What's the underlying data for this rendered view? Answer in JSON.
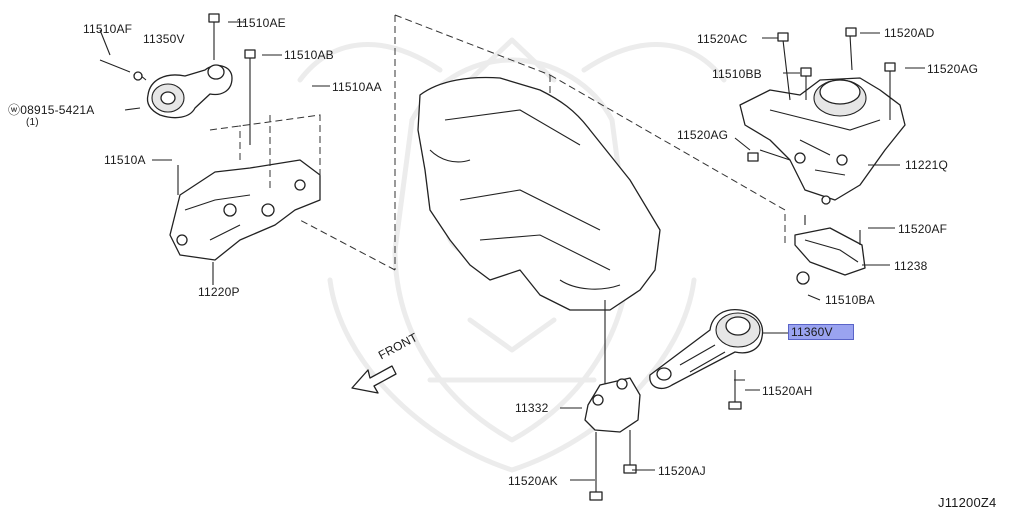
{
  "labels": {
    "p11510AF": "11510AF",
    "p11510AE": "11510AE",
    "p11350V": "11350V",
    "p11510AB": "11510AB",
    "p11510AA": "11510AA",
    "p08915": "ⓦ08915-5421A",
    "p08915_qty": "(1)",
    "p11510A": "11510A",
    "p11220P": "11220P",
    "p11520AC": "11520AC",
    "p11520AD": "11520AD",
    "p11510BB": "11510BB",
    "p11520AG_top": "11520AG",
    "p11520AG_left": "11520AG",
    "p11221Q": "11221Q",
    "p11520AF": "11520AF",
    "p11238": "11238",
    "p11510BA": "11510BA",
    "p11360V": "11360V",
    "p11520AH": "11520AH",
    "p11332": "11332",
    "p11520AJ": "11520AJ",
    "p11520AK": "11520AK",
    "front": "FRONT"
  },
  "diagram_code": "J11200Z4",
  "highlight_color": "#9aa3f0",
  "icons": {
    "front_arrow": "front-arrow-icon",
    "watermark": "samurai-helmet-watermark"
  }
}
